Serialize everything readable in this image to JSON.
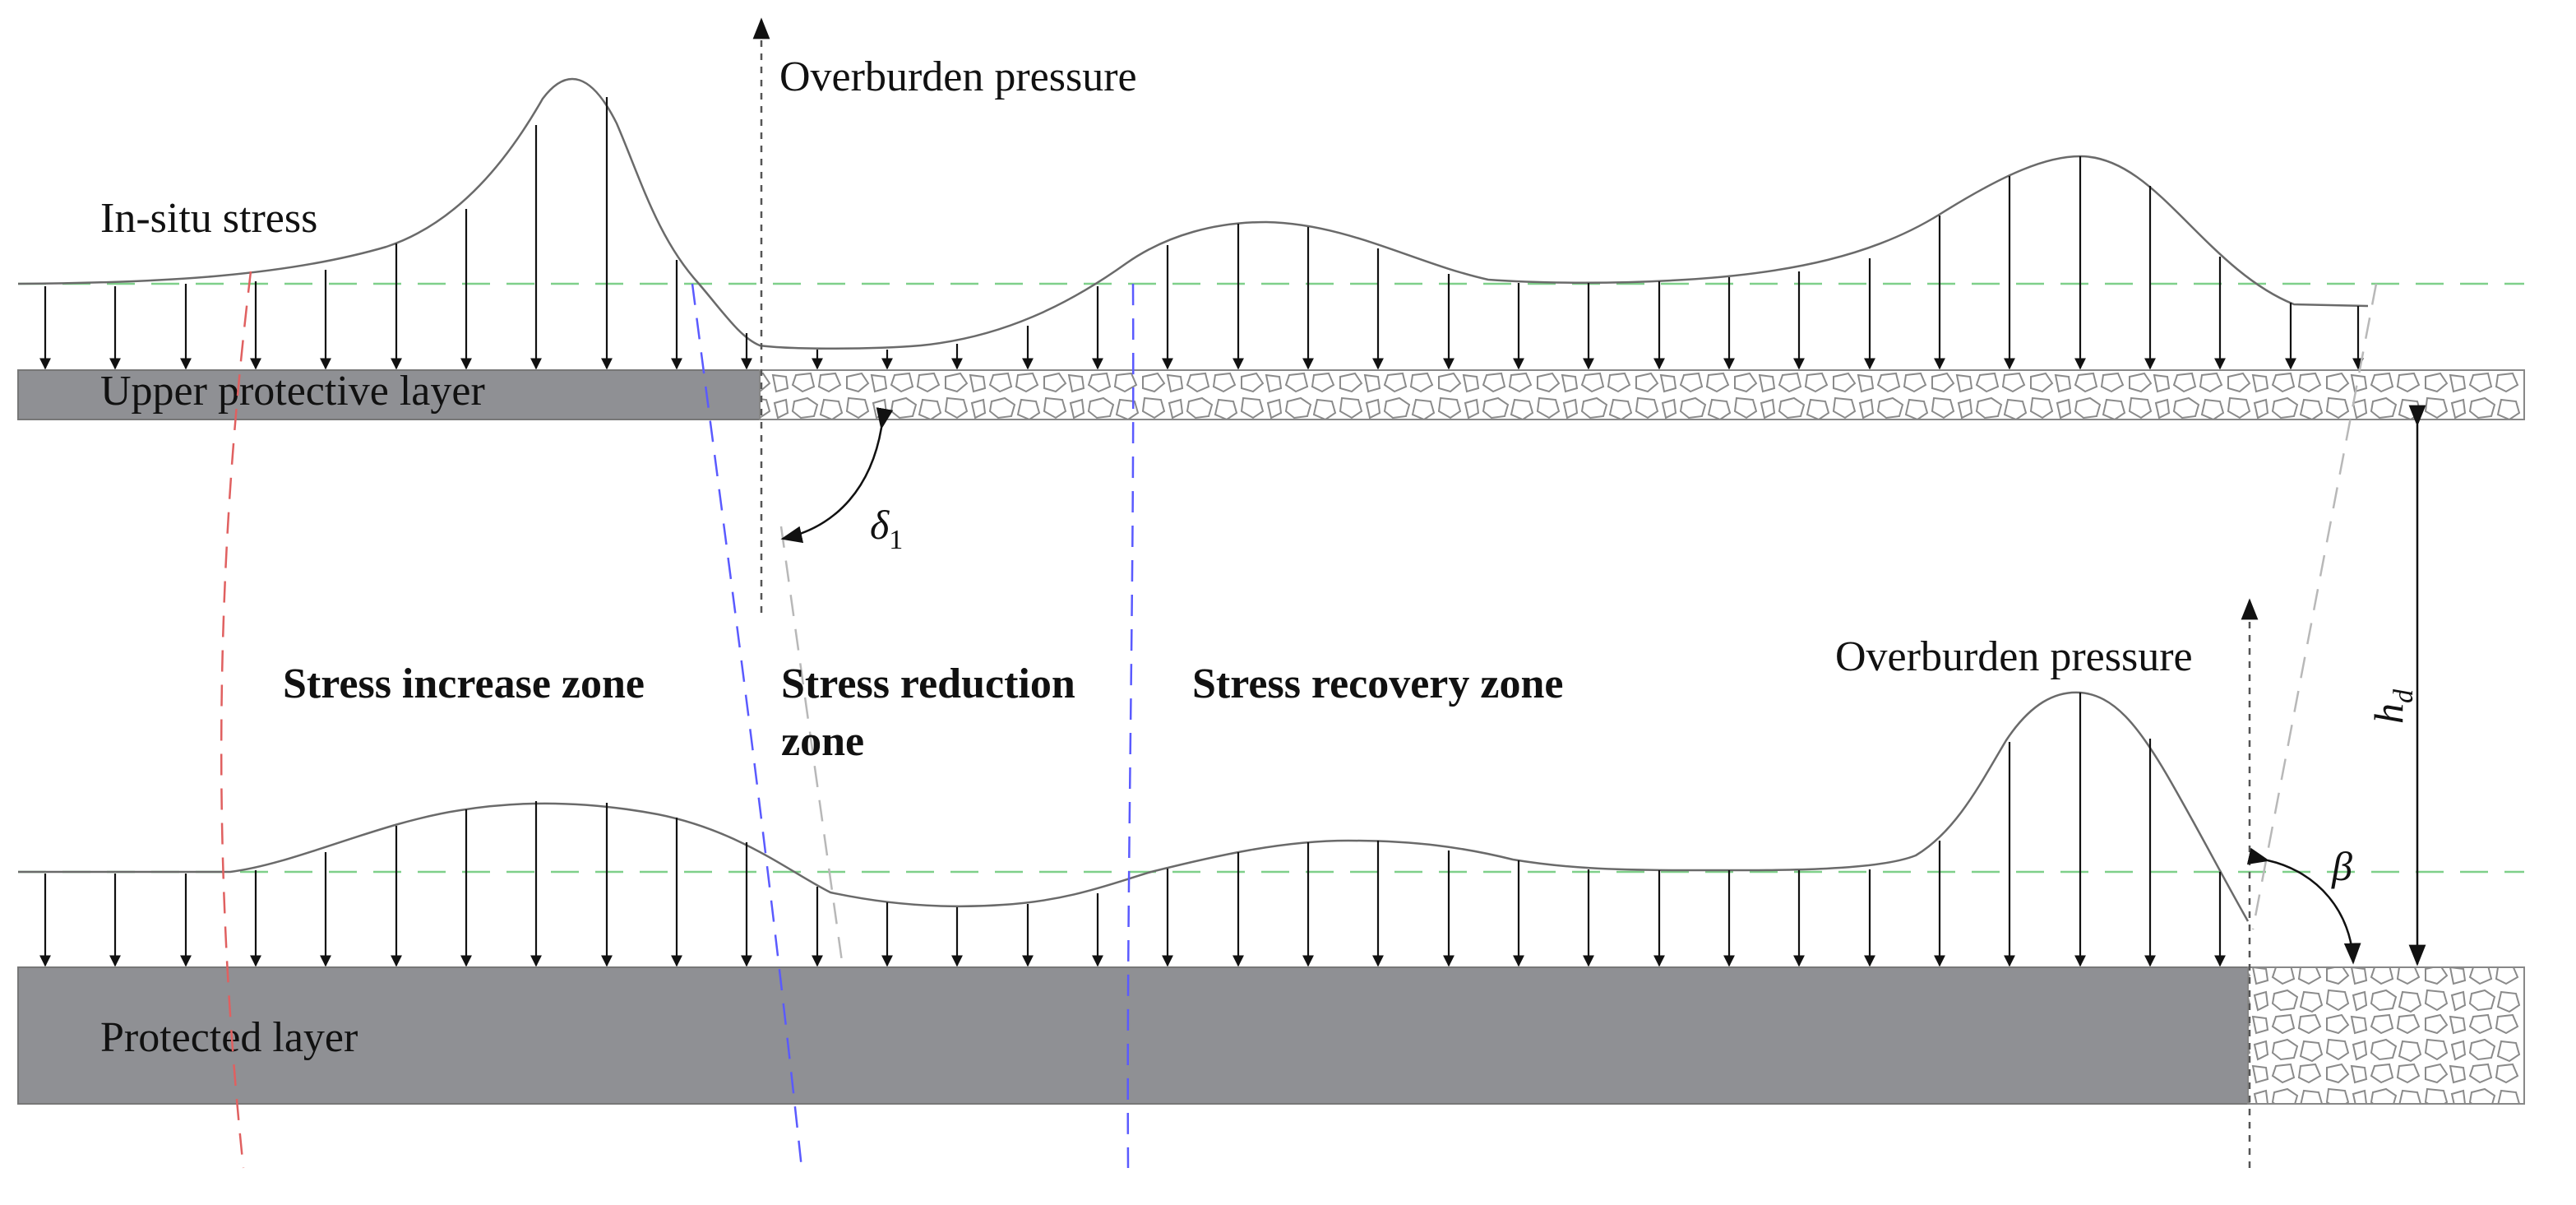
{
  "labels": {
    "in_situ_stress": "In-situ stress",
    "overburden_pressure_top": "Overburden pressure",
    "overburden_pressure_bottom": "Overburden pressure",
    "upper_protective_layer": "Upper protective layer",
    "protected_layer": "Protected layer",
    "zone_increase": "Stress increase zone",
    "zone_reduction_line1": "Stress reduction",
    "zone_reduction_line2": "zone",
    "zone_recovery": "Stress recovery zone"
  },
  "symbols": {
    "delta_main": "δ",
    "delta_sub": "1",
    "beta": "β",
    "h_main": "h",
    "h_sub": "d"
  },
  "colors": {
    "rock_layer": "#8f9094",
    "hatch_line": "#6a6a6a",
    "stress_curve": "#6a6a6a",
    "green_reference": "#7fd08a",
    "red_boundary": "#e06060",
    "blue_boundary": "#5a5aff",
    "grey_boundary": "#b8b8b8"
  }
}
